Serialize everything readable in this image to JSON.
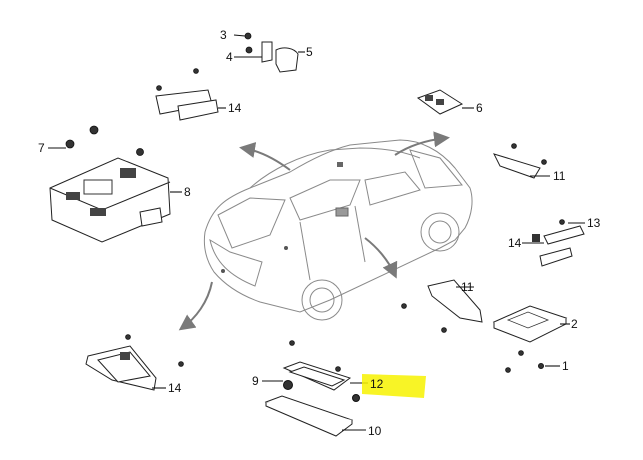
{
  "callouts": [
    "1",
    "2",
    "3",
    "4",
    "5",
    "6",
    "7",
    "8",
    "9",
    "10",
    "11",
    "11",
    "12",
    "13",
    "14",
    "14",
    "14"
  ],
  "highlight": {
    "label": "12",
    "color": "#f7f200"
  },
  "colors": {
    "line": "#111111",
    "car_outline": "#8a8a8a",
    "arrow": "#7a7a7a"
  }
}
